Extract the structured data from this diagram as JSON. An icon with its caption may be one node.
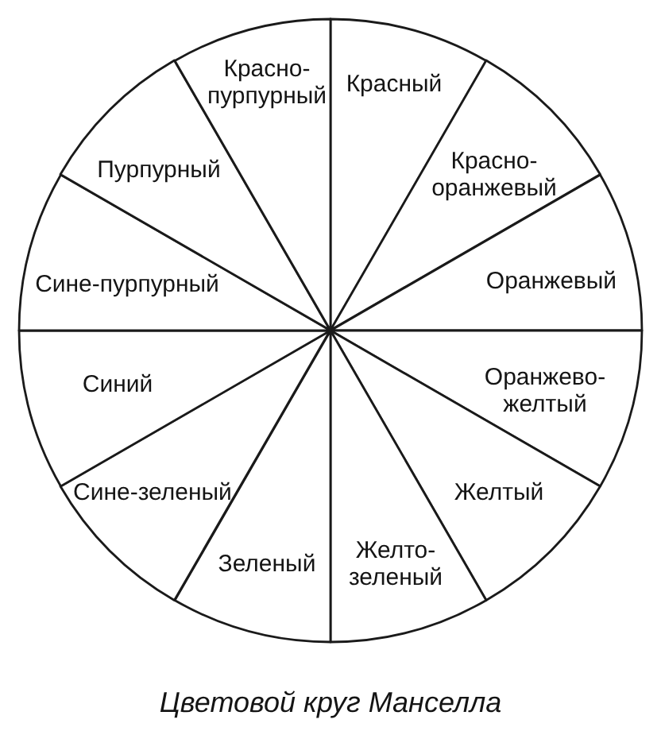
{
  "diagram": {
    "caption": "Цветовой круг Манселла",
    "nodes": [
      {
        "text": [
          "Красный"
        ]
      },
      {
        "text": [
          "Красно-оранжевый"
        ]
      },
      {
        "text": [
          "Оранжевый"
        ]
      },
      {
        "text": [
          "Оранжево-желтый"
        ]
      },
      {
        "text": [
          "Желтый"
        ]
      },
      {
        "text": [
          "Желто-зеленый"
        ]
      },
      {
        "text": [
          "Зеленый"
        ]
      },
      {
        "text": [
          "Сине-зеленый"
        ]
      },
      {
        "text": [
          "Синий"
        ]
      },
      {
        "text": [
          "Сине-пурпурный"
        ]
      },
      {
        "text": [
          "Пурпурный"
        ]
      },
      {
        "text": [
          "Красно-пурпурный"
        ]
      }
    ]
  }
}
